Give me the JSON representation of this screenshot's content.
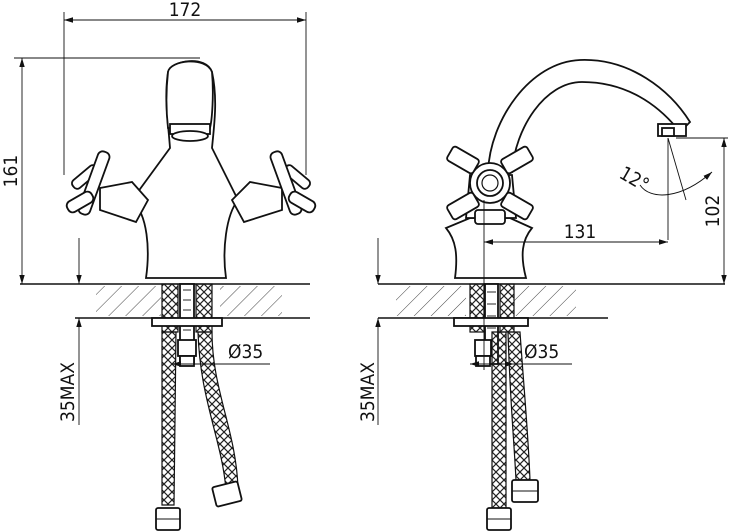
{
  "front_view": {
    "width_dim": "172",
    "height_dim": "161",
    "hole_dim": "Ø35",
    "thickness_dim": "35MAX"
  },
  "side_view": {
    "reach_dim": "131",
    "spout_height_dim": "102",
    "angle_dim": "12°",
    "hole_dim": "Ø35",
    "thickness_dim": "35MAX"
  }
}
